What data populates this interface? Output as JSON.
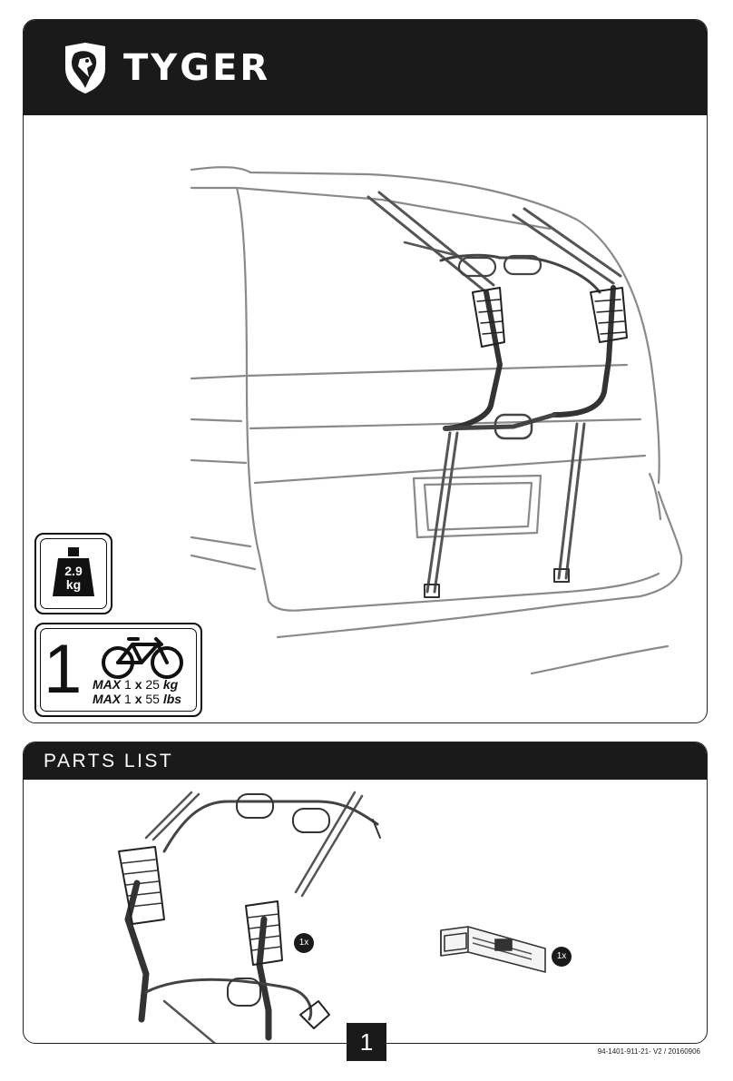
{
  "header": {
    "brand": "TYGER"
  },
  "badges": {
    "weight": {
      "value": "2.9",
      "unit": "kg"
    },
    "capacity": {
      "count": "1",
      "max_label": "MAX",
      "line_kg": {
        "qty": "1",
        "times": "x",
        "value": "25",
        "unit": "kg"
      },
      "line_lbs": {
        "qty": "1",
        "times": "x",
        "value": "55",
        "unit": "lbs"
      }
    }
  },
  "parts": {
    "title": "PARTS LIST",
    "items": [
      {
        "name": "rack-assembly",
        "qty": "1x"
      },
      {
        "name": "strap",
        "qty": "1x"
      }
    ]
  },
  "footer": {
    "page": "1",
    "doc_code": "94-1401-911-21- V2 / 20160906"
  }
}
